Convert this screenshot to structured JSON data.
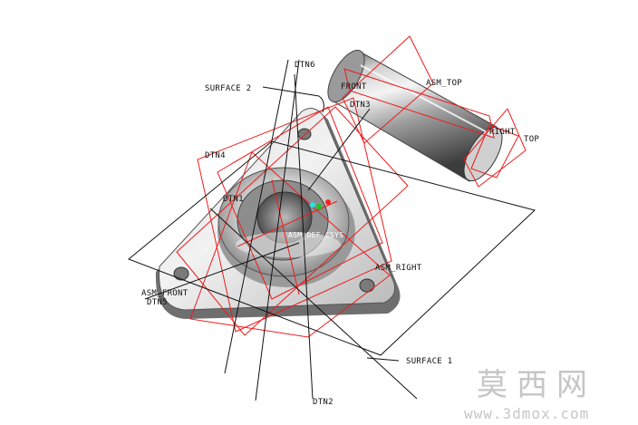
{
  "viewport": {
    "background": "#ffffff",
    "datum_plane_color": "#ee1c1c",
    "datum_axis_color": "#111111"
  },
  "labels": {
    "surface2": "SURFACE 2",
    "dtn6": "DTN6",
    "front": "FRONT",
    "asm_top": "ASM_TOP",
    "dtn3": "DTN3",
    "right": "RIGHT",
    "top": "TOP",
    "dtn4": "DTN4",
    "dtn1": "DTN1",
    "csys": "ASM_DEF_CSYS",
    "asm_right": "ASM_RIGHT",
    "asm_front": "ASM_FRONT",
    "dtn5": "DTN5",
    "surface1": "SURFACE 1",
    "dtn2": "DTN2"
  },
  "watermark": {
    "text": "莫西网",
    "url": "www.3dmox.com"
  }
}
